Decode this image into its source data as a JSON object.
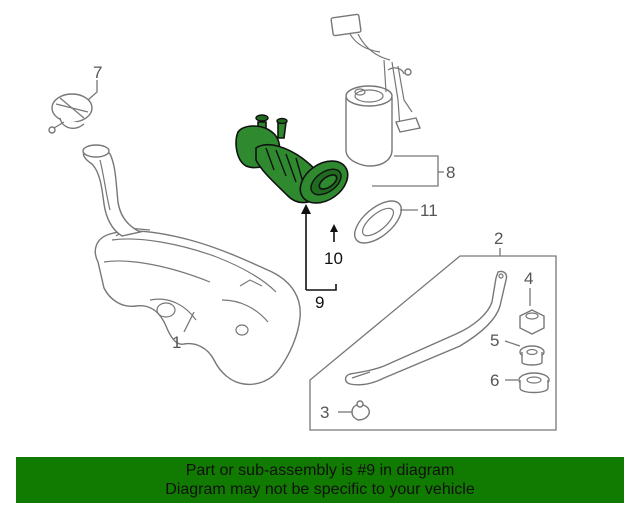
{
  "callouts": {
    "c1": "1",
    "c2": "2",
    "c3": "3",
    "c4": "4",
    "c5": "5",
    "c6": "6",
    "c7": "7",
    "c8": "8",
    "c9": "9",
    "c10": "10",
    "c11": "11"
  },
  "highlight": {
    "color": "#2f8a2f"
  },
  "banner": {
    "line1": "Part or sub-assembly is #9 in diagram",
    "line2": "Diagram may not be specific to your vehicle",
    "color": "#117a00"
  }
}
